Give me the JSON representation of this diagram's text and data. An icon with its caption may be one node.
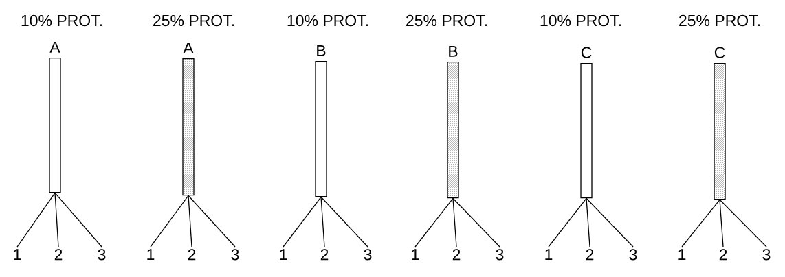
{
  "diagram": {
    "nodes": [
      {
        "text": [
          "10% PROT.",
          "A"
        ]
      },
      {
        "text": [
          "1"
        ]
      },
      {
        "text": [
          "2"
        ]
      },
      {
        "text": [
          "3"
        ]
      },
      {
        "text": [
          "25% PROT.",
          "A"
        ]
      },
      {
        "text": [
          "1"
        ]
      },
      {
        "text": [
          "2"
        ]
      },
      {
        "text": [
          "3"
        ]
      },
      {
        "text": [
          "10% PROT.",
          "B"
        ]
      },
      {
        "text": [
          "1"
        ]
      },
      {
        "text": [
          "2"
        ]
      },
      {
        "text": [
          "3"
        ]
      },
      {
        "text": [
          "25% PROT.",
          "B"
        ]
      },
      {
        "text": [
          "1"
        ]
      },
      {
        "text": [
          "2"
        ]
      },
      {
        "text": [
          "3"
        ]
      },
      {
        "text": [
          "10% PROT.",
          "C"
        ]
      },
      {
        "text": [
          "1"
        ]
      },
      {
        "text": [
          "2"
        ]
      },
      {
        "text": [
          "3"
        ]
      },
      {
        "text": [
          "25% PROT.",
          "C"
        ]
      },
      {
        "text": [
          "1"
        ]
      },
      {
        "text": [
          "2"
        ]
      },
      {
        "text": [
          "3"
        ]
      }
    ],
    "edges": [
      {
        "from": 0,
        "to": 1,
        "arrow": "none"
      },
      {
        "from": 0,
        "to": 2,
        "arrow": "none"
      },
      {
        "from": 0,
        "to": 3,
        "arrow": "none"
      },
      {
        "from": 4,
        "to": 5,
        "arrow": "none"
      },
      {
        "from": 4,
        "to": 6,
        "arrow": "none"
      },
      {
        "from": 4,
        "to": 7,
        "arrow": "none"
      },
      {
        "from": 8,
        "to": 9,
        "arrow": "none"
      },
      {
        "from": 8,
        "to": 10,
        "arrow": "none"
      },
      {
        "from": 8,
        "to": 11,
        "arrow": "none"
      },
      {
        "from": 12,
        "to": 13,
        "arrow": "none"
      },
      {
        "from": 12,
        "to": 14,
        "arrow": "none"
      },
      {
        "from": 12,
        "to": 15,
        "arrow": "none"
      },
      {
        "from": 16,
        "to": 17,
        "arrow": "none"
      },
      {
        "from": 16,
        "to": 18,
        "arrow": "none"
      },
      {
        "from": 16,
        "to": 19,
        "arrow": "none"
      },
      {
        "from": 20,
        "to": 21,
        "arrow": "none"
      },
      {
        "from": 20,
        "to": 22,
        "arrow": "none"
      },
      {
        "from": 20,
        "to": 23,
        "arrow": "none"
      }
    ]
  }
}
